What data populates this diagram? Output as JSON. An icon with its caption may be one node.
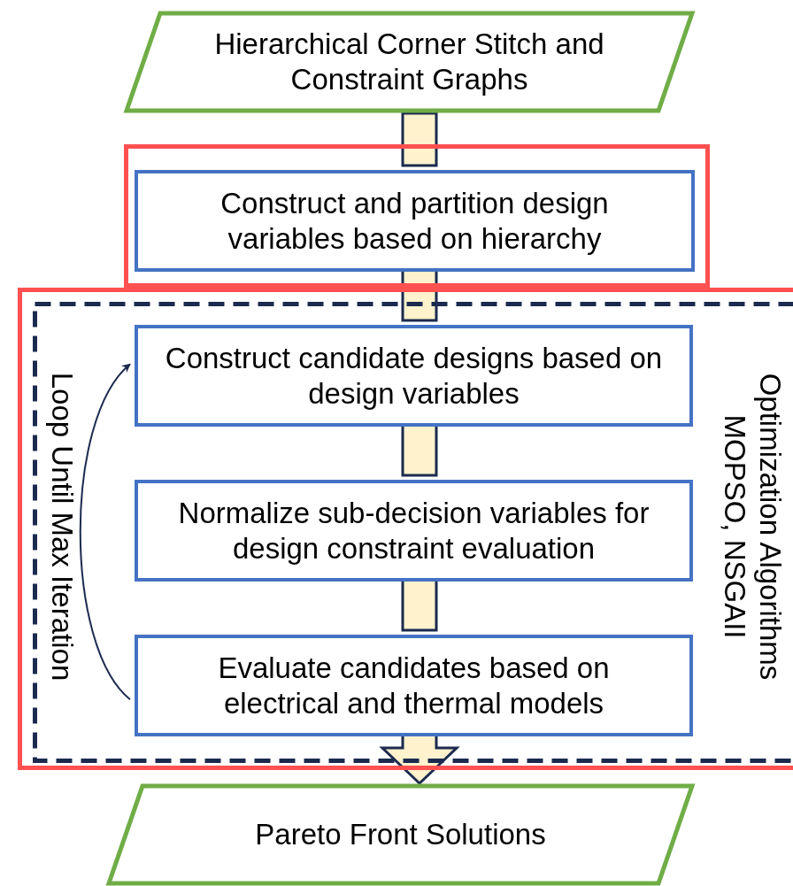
{
  "diagram": {
    "nodes": [
      {
        "text": [
          "Hierarchical Corner Stitch and Constraint Graphs"
        ]
      },
      {
        "text": [],
        "shape": "box"
      },
      {
        "text": [
          "Construct and partition design variables based on hierarchy"
        ],
        "in": 1
      },
      {
        "text": [],
        "shape": "box"
      },
      {
        "text": [
          "Loop Until Max Iteration",
          "Optimization Algorithms MOPSO, NSGAII"
        ],
        "in": 3
      },
      {
        "text": [
          "Construct candidate designs based on design variables"
        ],
        "in": 4
      },
      {
        "text": [
          "Normalize sub-decision variables for design constraint evaluation"
        ],
        "in": 4
      },
      {
        "text": [
          "Evaluate candidates based on electrical and thermal models"
        ],
        "in": 4
      },
      {
        "text": [
          "Pareto Front Solutions"
        ]
      }
    ],
    "edges": [
      {
        "from": 0,
        "to": 2,
        "arrow": "none"
      },
      {
        "from": 2,
        "to": 5,
        "arrow": "none"
      },
      {
        "from": 5,
        "to": 6,
        "arrow": "none"
      },
      {
        "from": 6,
        "to": 7,
        "arrow": "none"
      },
      {
        "from": 7,
        "to": 8,
        "arrow": "to"
      },
      {
        "from": 7,
        "to": 5,
        "arrow": "to"
      }
    ]
  }
}
